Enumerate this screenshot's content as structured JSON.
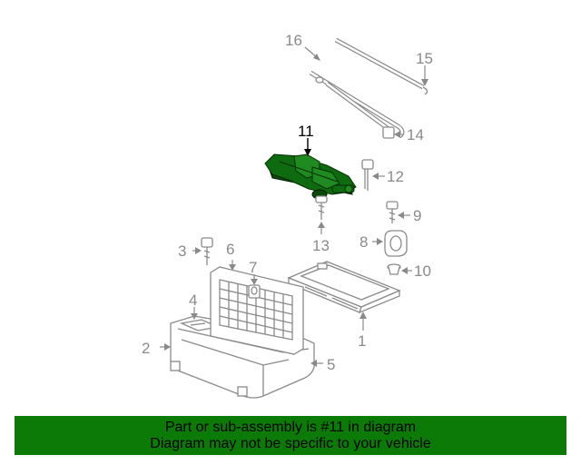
{
  "diagram": {
    "highlight_color": "#0b7a07",
    "callouts": {
      "c1": "1",
      "c2": "2",
      "c3": "3",
      "c4": "4",
      "c5": "5",
      "c6": "6",
      "c7": "7",
      "c8": "8",
      "c9": "9",
      "c10": "10",
      "c11": "11",
      "c12": "12",
      "c13": "13",
      "c14": "14",
      "c15": "15",
      "c16": "16"
    },
    "highlighted_callout": "11"
  },
  "banner": {
    "line1": "Part or sub-assembly is #11 in diagram",
    "line2": "Diagram may not be specific to your vehicle",
    "background": "#0b7a07"
  }
}
